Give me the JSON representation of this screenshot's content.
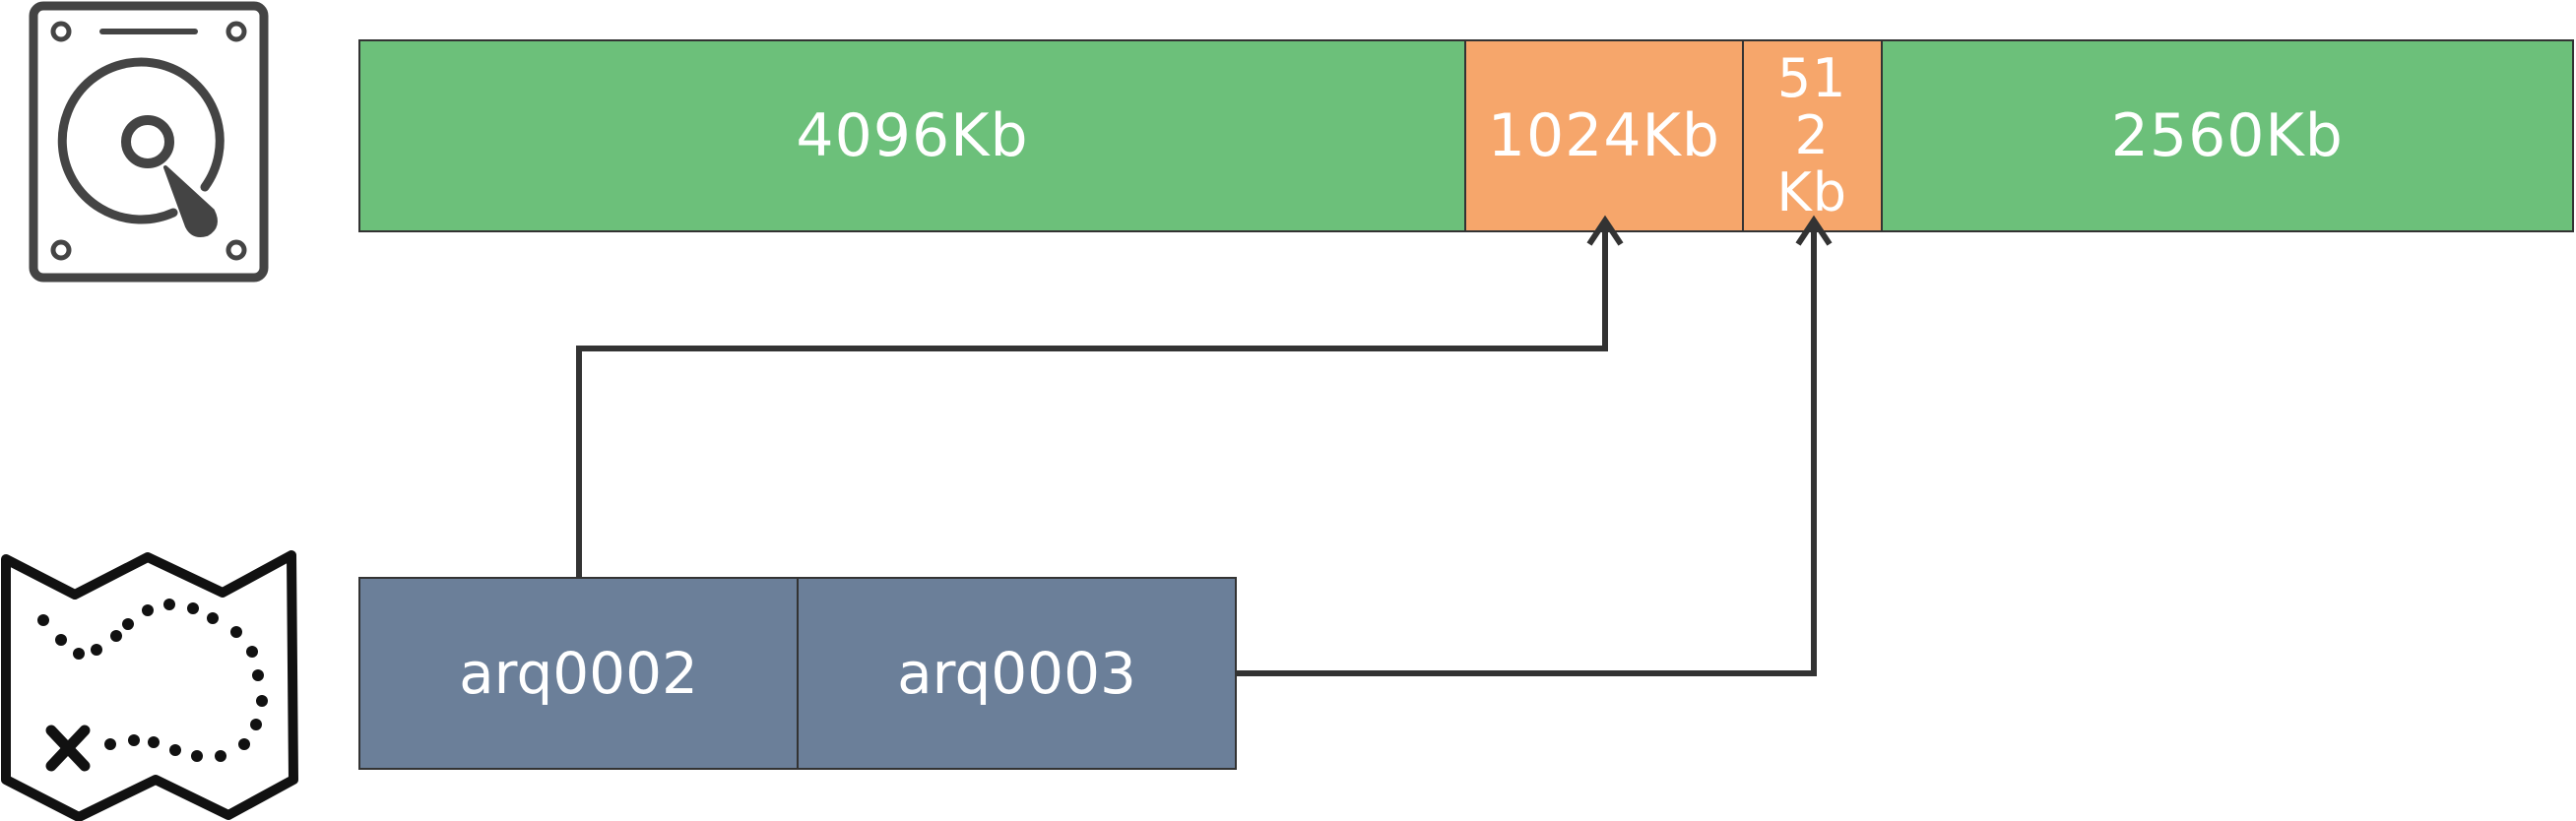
{
  "disk": {
    "icon": "hard-disk-icon",
    "segments": [
      {
        "label": "4096Kb",
        "type": "free",
        "color": "#6cc07a"
      },
      {
        "label": "1024Kb",
        "type": "used",
        "color": "#f6a66b"
      },
      {
        "label": "512 Kb",
        "type": "used",
        "color": "#f6a66b"
      },
      {
        "label": "2560Kb",
        "type": "free",
        "color": "#6cc07a"
      }
    ]
  },
  "files": {
    "icon": "map-icon",
    "items": [
      {
        "label": "arq0002",
        "color": "#6b7f99"
      },
      {
        "label": "arq0003",
        "color": "#6b7f99"
      }
    ]
  },
  "links": [
    {
      "from": "arq0002",
      "to": "1024Kb"
    },
    {
      "from": "arq0003",
      "to": "512 Kb"
    }
  ],
  "colors": {
    "stroke": "#333333",
    "text": "#ffffff"
  }
}
